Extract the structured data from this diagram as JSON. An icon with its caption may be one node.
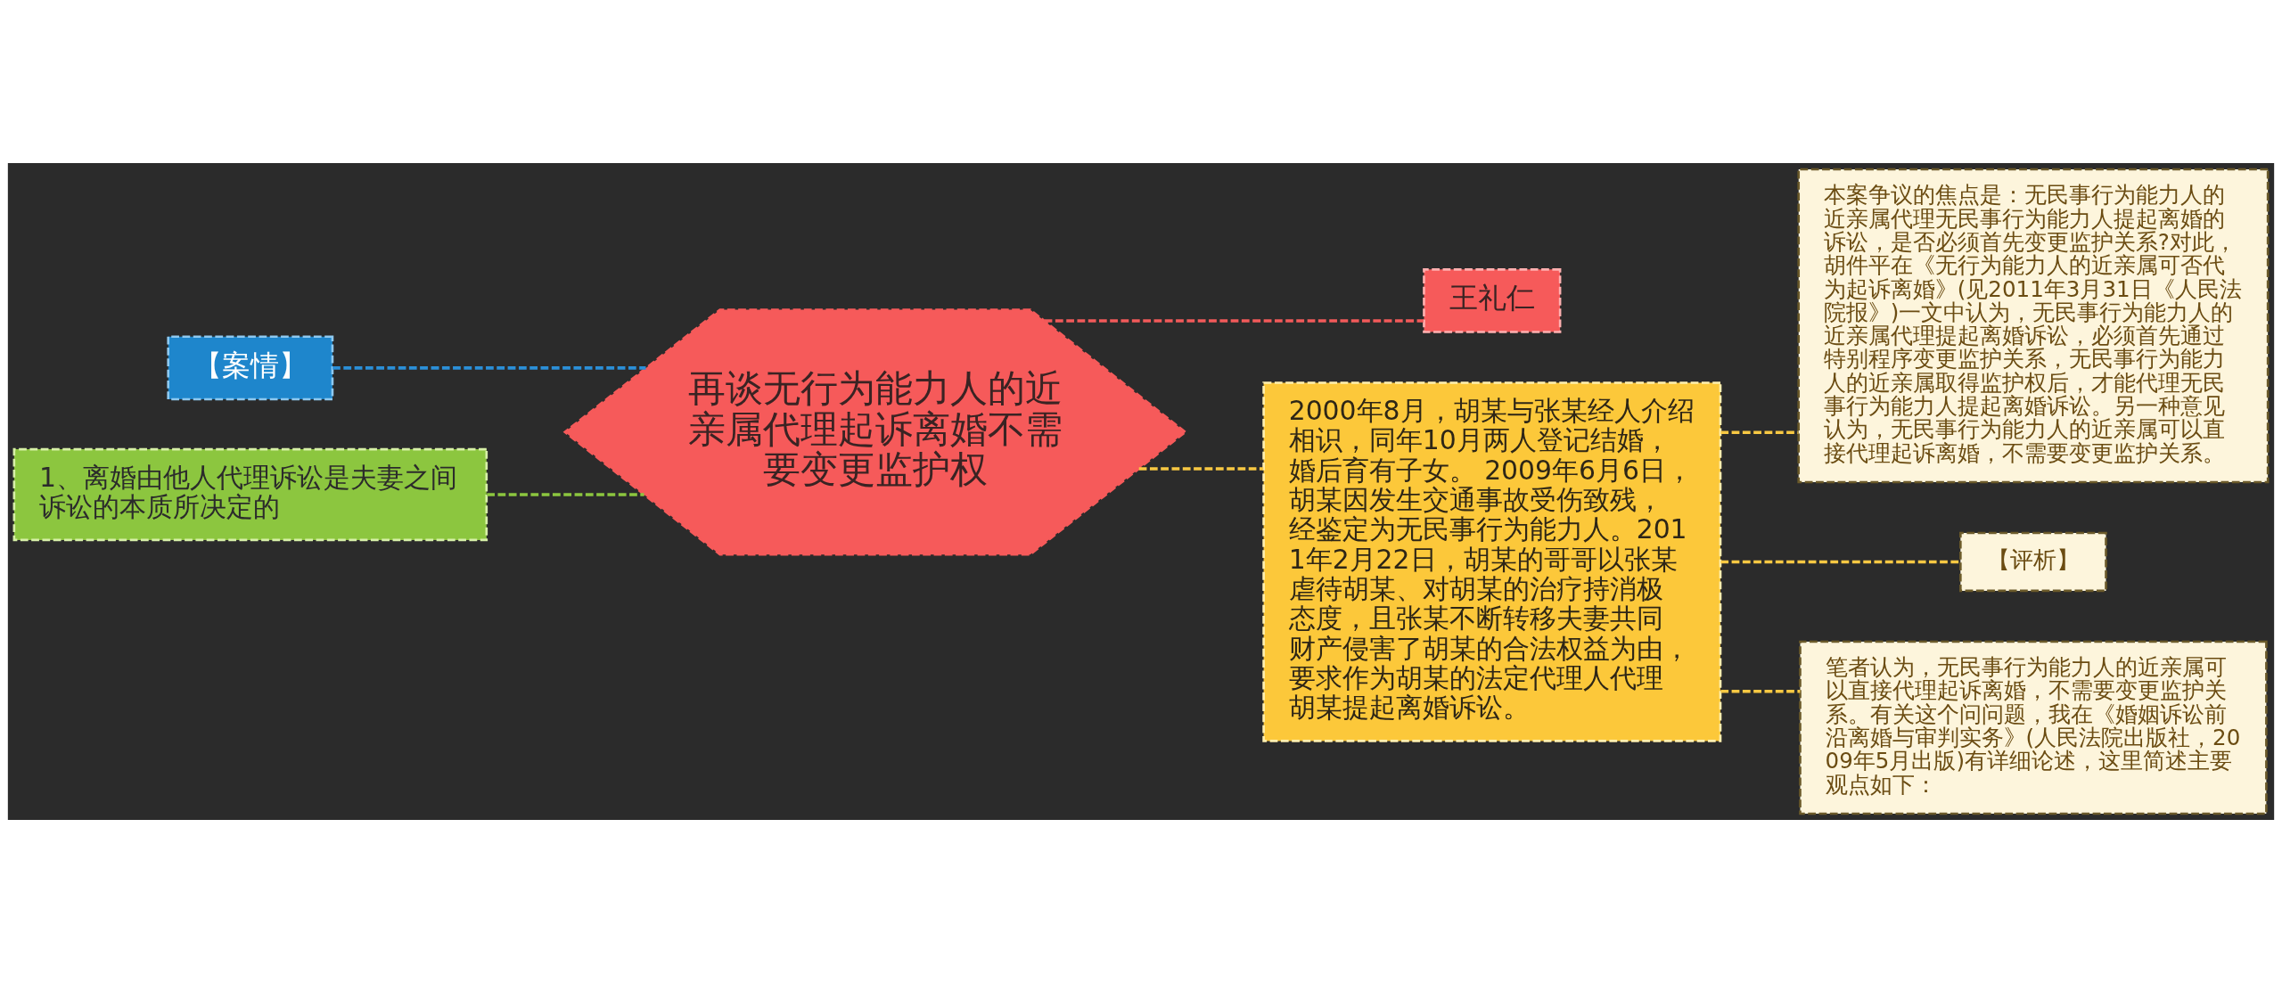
{
  "diagram": {
    "nodes": [
      {
        "text": [
          "【案情】"
        ]
      },
      {
        "text": [
          "1、离婚由他人代理诉讼是夫妻之间诉讼的本质所决定的"
        ]
      },
      {
        "text": [
          "再谈无行为能力人的近亲属代理起诉离婚不需要变更监护权"
        ]
      },
      {
        "text": [
          "王礼仁"
        ]
      },
      {
        "text": [
          "2000年8月，胡某与张某经人介绍相识，同年10月两人登记结婚，婚后育有子女。 2009年6月6日，胡某因发生交通事故受伤致残，经鉴定为无民事行为能力人。2011年2月22日，胡某的哥哥以张某虐待胡某、对胡某的治疗持消极态度，且张某不断转移夫妻共同财产侵害了胡某的合法权益为由，要求作为胡某的法定代理人代理胡某提起离婚诉讼。"
        ]
      },
      {
        "text": [
          "本案争议的焦点是：无民事行为能力人的近亲属代理无民事行为能力人提起离婚的诉讼，是否必须首先变更监护关系?对此，胡件平在《无行为能力人的近亲属可否代为起诉离婚》(见2011年3月31日《人民法院报》)一文中认为，无民事行为能力人的近亲属代理提起离婚诉讼，必须首先通过特别程序变更监护关系，无民事行为能力人的近亲属取得监护权后，才能代理无民事行为能力人提起离婚诉讼。另一种意见认为，无民事行为能力人的近亲属可以直接代理起诉离婚，不需要变更监护关系。"
        ]
      },
      {
        "text": [
          "【评析】"
        ]
      },
      {
        "text": [
          "笔者认为，无民事行为能力人的近亲属可以直接代理起诉离婚，不需要变更监护关系。有关这个问问题，我在《婚姻诉讼前沿离婚与审判实务》(人民法院出版社，2009年5月出版)有详细论述，这里简述主要观点如下："
        ]
      }
    ],
    "edges": [
      {
        "from": 0,
        "to": 2,
        "arrow": "none",
        "style": "dashed",
        "color": "#2b8fd8"
      },
      {
        "from": 1,
        "to": 2,
        "arrow": "none",
        "style": "dashed",
        "color": "#8cc63f"
      },
      {
        "from": 2,
        "to": 3,
        "arrow": "none",
        "style": "dashed",
        "color": "#f25a5a"
      },
      {
        "from": 2,
        "to": 4,
        "arrow": "none",
        "style": "dashed",
        "color": "#f7c843"
      },
      {
        "from": 4,
        "to": 5,
        "arrow": "none",
        "style": "dashed",
        "color": "#f7c843"
      },
      {
        "from": 4,
        "to": 6,
        "arrow": "none",
        "style": "dashed",
        "color": "#f7c843"
      },
      {
        "from": 4,
        "to": 7,
        "arrow": "none",
        "style": "dashed",
        "color": "#f7c843"
      }
    ]
  }
}
